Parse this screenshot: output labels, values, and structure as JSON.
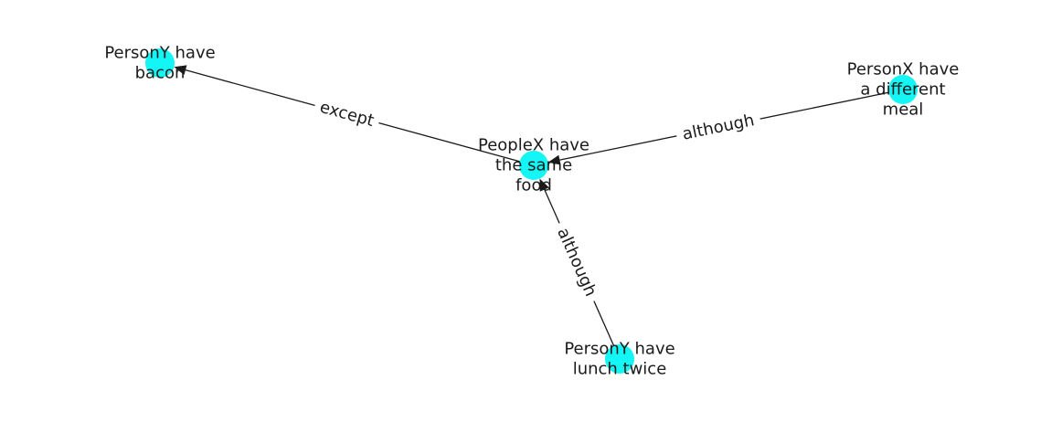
{
  "graph": {
    "node_color": "#14f5f5",
    "edge_color": "#1a1a1a",
    "nodes": [
      {
        "id": "n_center",
        "lines": [
          "PeopleX have",
          "the same",
          "food"
        ]
      },
      {
        "id": "n_bacon",
        "lines": [
          "PersonY have",
          "bacon"
        ]
      },
      {
        "id": "n_meal",
        "lines": [
          "PersonX have",
          "a different",
          "meal"
        ]
      },
      {
        "id": "n_lunch",
        "lines": [
          "PersonY have",
          "lunch twice"
        ]
      }
    ],
    "edges": [
      {
        "id": "e_except",
        "from": "n_center",
        "to": "n_bacon",
        "label": "except"
      },
      {
        "id": "e_although_meal",
        "from": "n_meal",
        "to": "n_center",
        "label": "although"
      },
      {
        "id": "e_although_lunch",
        "from": "n_lunch",
        "to": "n_center",
        "label": "although"
      }
    ]
  }
}
